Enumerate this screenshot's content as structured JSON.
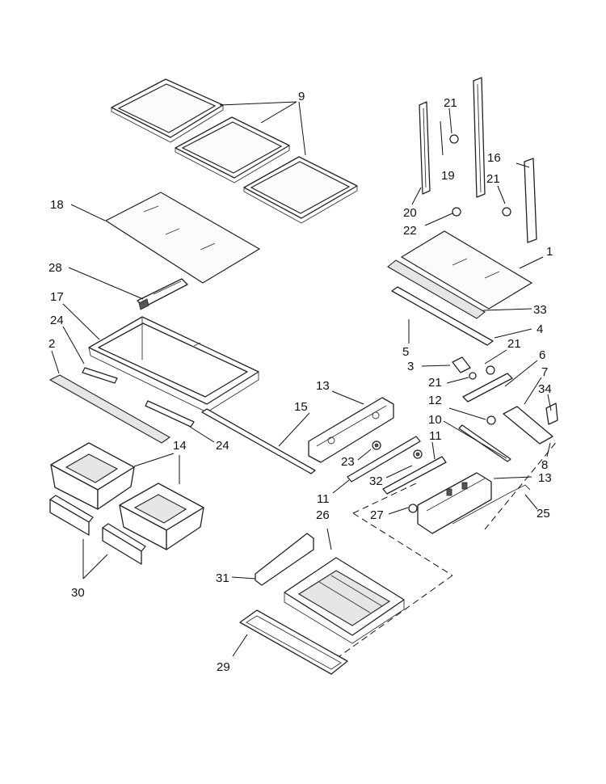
{
  "callouts": [
    {
      "id": "c9",
      "text": "9"
    },
    {
      "id": "c18",
      "text": "18"
    },
    {
      "id": "c28",
      "text": "28"
    },
    {
      "id": "c17",
      "text": "17"
    },
    {
      "id": "c24a",
      "text": "24"
    },
    {
      "id": "c2",
      "text": "2"
    },
    {
      "id": "c24b",
      "text": "24"
    },
    {
      "id": "c14",
      "text": "14"
    },
    {
      "id": "c30",
      "text": "30"
    },
    {
      "id": "c13a",
      "text": "13"
    },
    {
      "id": "c15",
      "text": "15"
    },
    {
      "id": "c23",
      "text": "23"
    },
    {
      "id": "c32",
      "text": "32"
    },
    {
      "id": "c11a",
      "text": "11"
    },
    {
      "id": "c11b",
      "text": "11"
    },
    {
      "id": "c26",
      "text": "26"
    },
    {
      "id": "c31",
      "text": "31"
    },
    {
      "id": "c29",
      "text": "29"
    },
    {
      "id": "c21a",
      "text": "21"
    },
    {
      "id": "c19",
      "text": "19"
    },
    {
      "id": "c20",
      "text": "20"
    },
    {
      "id": "c16",
      "text": "16"
    },
    {
      "id": "c21b",
      "text": "21"
    },
    {
      "id": "c22",
      "text": "22"
    },
    {
      "id": "c1",
      "text": "1"
    },
    {
      "id": "c33",
      "text": "33"
    },
    {
      "id": "c4",
      "text": "4"
    },
    {
      "id": "c5",
      "text": "5"
    },
    {
      "id": "c21c",
      "text": "21"
    },
    {
      "id": "c6",
      "text": "6"
    },
    {
      "id": "c3",
      "text": "3"
    },
    {
      "id": "c21d",
      "text": "21"
    },
    {
      "id": "c7",
      "text": "7"
    },
    {
      "id": "c12",
      "text": "12"
    },
    {
      "id": "c34",
      "text": "34"
    },
    {
      "id": "c10",
      "text": "10"
    },
    {
      "id": "c8",
      "text": "8"
    },
    {
      "id": "c13b",
      "text": "13"
    },
    {
      "id": "c27",
      "text": "27"
    },
    {
      "id": "c25",
      "text": "25"
    }
  ]
}
